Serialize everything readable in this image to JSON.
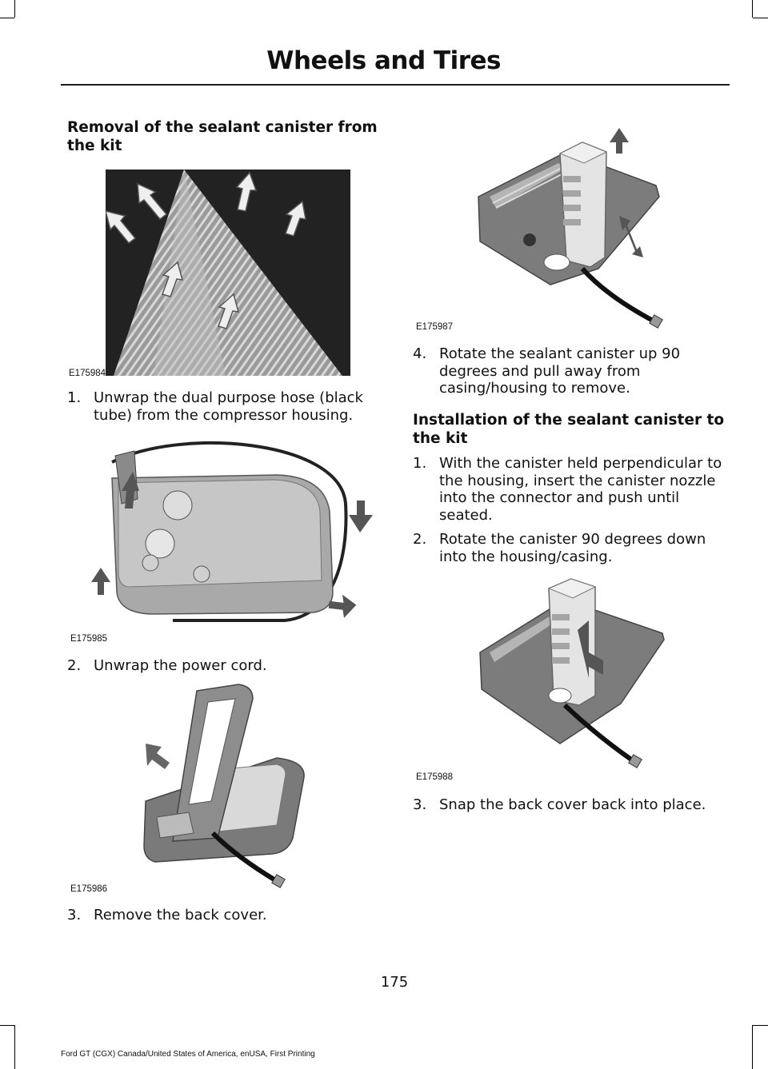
{
  "header": {
    "title": "Wheels and Tires"
  },
  "left": {
    "heading": "Removal of the sealant canister from the kit",
    "figures": [
      {
        "code": "E175984"
      },
      {
        "code": "E175985"
      },
      {
        "code": "E175986"
      }
    ],
    "steps": [
      {
        "num": "1.",
        "text": "Unwrap the dual purpose hose (black tube) from the compressor housing."
      },
      {
        "num": "2.",
        "text": "Unwrap the power cord."
      },
      {
        "num": "3.",
        "text": "Remove the back cover."
      }
    ]
  },
  "right": {
    "figures": [
      {
        "code": "E175987"
      },
      {
        "code": "E175988"
      }
    ],
    "step4": {
      "num": "4.",
      "text": "Rotate the sealant canister up 90 degrees and pull away from casing/housing to remove."
    },
    "heading": "Installation of the sealant canister to the kit",
    "steps": [
      {
        "num": "1.",
        "text": "With the canister held perpendicular to the housing, insert the canister nozzle into the connector and push until seated."
      },
      {
        "num": "2.",
        "text": "Rotate the canister 90 degrees down into the housing/casing."
      },
      {
        "num": "3.",
        "text": "Snap the back cover back into place."
      }
    ]
  },
  "page_number": "175",
  "footer": "Ford GT (CGX) Canada/United States of America, enUSA, First Printing"
}
